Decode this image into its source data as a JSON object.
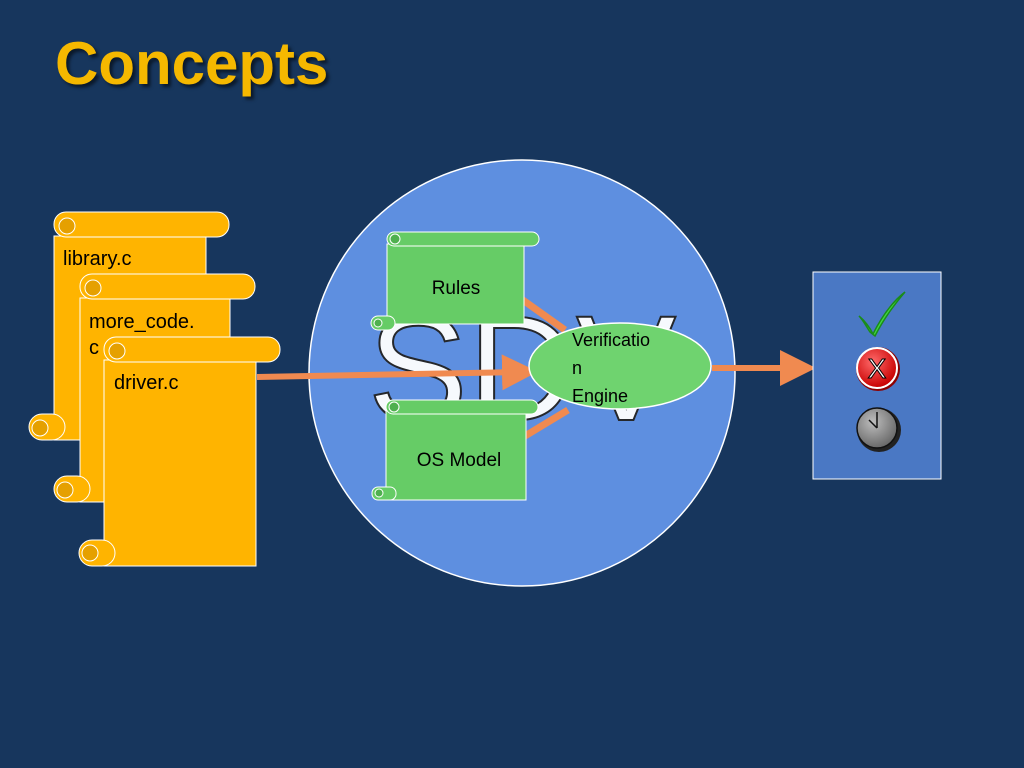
{
  "slide": {
    "title": "Concepts"
  },
  "files": [
    {
      "name": "library.c"
    },
    {
      "name": "more_code.c",
      "line1": "more_code.",
      "line2": "c"
    },
    {
      "name": "driver.c"
    }
  ],
  "tool": {
    "watermark": "SDV",
    "rules_label": "Rules",
    "os_model_label": "OS Model",
    "engine_line1": "Verificatio",
    "engine_line2": "n",
    "engine_line3": "Engine"
  },
  "results": {
    "pass_icon": "check-icon",
    "fail_icon": "x-icon",
    "fail_glyph": "X",
    "timeout_icon": "clock-icon"
  },
  "colors": {
    "background": "#17365d",
    "title": "#f5b800",
    "scroll": "#ffb400",
    "green_scroll": "#66cc66",
    "circle": "#5e8fe0",
    "engine": "#6fd36f",
    "arrow": "#f08a50",
    "result_panel": "#4a78c4"
  }
}
